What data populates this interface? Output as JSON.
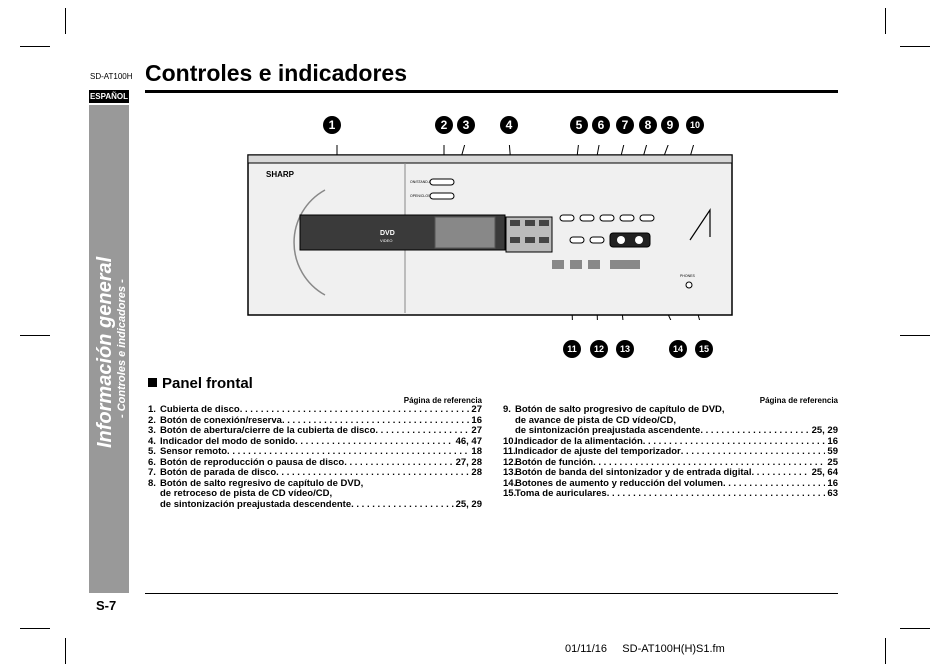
{
  "header": {
    "model": "SD-AT100H",
    "title": "Controles e indicadores",
    "language_tab": "ESPAÑOL"
  },
  "sidebar": {
    "main": "Información general",
    "sub": "- Controles e indicadores -"
  },
  "figure": {
    "brand": "SHARP",
    "button_1": "ON/STAND-BY",
    "button_2": "OPEN/CLOSE",
    "logo": "DVD",
    "logo_sub": "VIDEO",
    "phones": "PHONES",
    "markers": [
      "1",
      "2",
      "3",
      "4",
      "5",
      "6",
      "7",
      "8",
      "9",
      "10",
      "11",
      "12",
      "13",
      "14",
      "15"
    ]
  },
  "section": {
    "title": "Panel frontal",
    "ref_header": "Página de referencia"
  },
  "items_left": [
    {
      "n": "1.",
      "t": "Cubierta de disco",
      "p": "27"
    },
    {
      "n": "2.",
      "t": "Botón de conexión/reserva",
      "p": "16"
    },
    {
      "n": "3.",
      "t": "Botón de abertura/cierre de la cubierta de disco",
      "p": "27"
    },
    {
      "n": "4.",
      "t": "Indicador del modo de sonido",
      "p": "46, 47"
    },
    {
      "n": "5.",
      "t": "Sensor remoto",
      "p": "18"
    },
    {
      "n": "6.",
      "t": "Botón de reproducción o pausa de disco",
      "p": "27, 28"
    },
    {
      "n": "7.",
      "t": "Botón de parada de disco",
      "p": "28"
    }
  ],
  "item8": {
    "n": "8.",
    "line1": "Botón de salto regresivo de capítulo de DVD,",
    "line2": "de retroceso de pista de CD vídeo/CD,",
    "line3": "de sintonización preajustada descendente",
    "p": "25, 29"
  },
  "item9": {
    "n": "9.",
    "line1": "Botón de salto progresivo de capítulo de DVD,",
    "line2": "de avance de pista de CD vídeo/CD,",
    "line3": "de sintonización preajustada ascendente",
    "p": "25, 29"
  },
  "items_right": [
    {
      "n": "10.",
      "t": "Indicador de la alimentación",
      "p": "16"
    },
    {
      "n": "11.",
      "t": "Indicador de ajuste del temporizador",
      "p": "59"
    },
    {
      "n": "12.",
      "t": "Botón de función",
      "p": "25"
    },
    {
      "n": "13.",
      "t": "Botón de banda del sintonizador y de entrada digital",
      "p": "25, 64"
    },
    {
      "n": "14.",
      "t": "Botones de aumento y reducción del volumen",
      "p": "16"
    },
    {
      "n": "15.",
      "t": "Toma de auriculares",
      "p": "63"
    }
  ],
  "footer": {
    "pagenum": "S-7",
    "date": "01/11/16",
    "file": "SD-AT100H(H)S1.fm"
  }
}
